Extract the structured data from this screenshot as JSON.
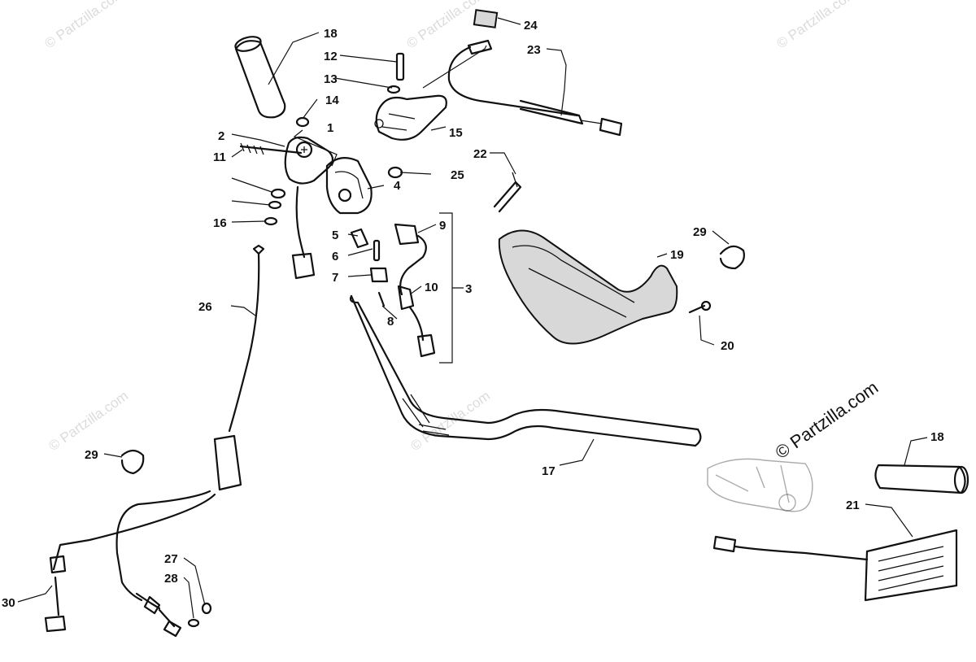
{
  "watermark": {
    "small": "© Partzilla.com",
    "large": "© Partzilla.com"
  },
  "callouts": {
    "c1": "1",
    "c2": "2",
    "c3": "3",
    "c4": "4",
    "c5": "5",
    "c6": "6",
    "c7": "7",
    "c8": "8",
    "c9": "9",
    "c10": "10",
    "c11": "11",
    "c12": "12",
    "c13": "13",
    "c14": "14",
    "c15": "15",
    "c16": "16",
    "c17": "17",
    "c18": "18",
    "c19": "19",
    "c20": "20",
    "c21": "21",
    "c22": "22",
    "c23": "23",
    "c24": "24",
    "c25": "25",
    "c26": "26",
    "c27": "27",
    "c28": "28",
    "c29": "29",
    "c30": "30"
  }
}
